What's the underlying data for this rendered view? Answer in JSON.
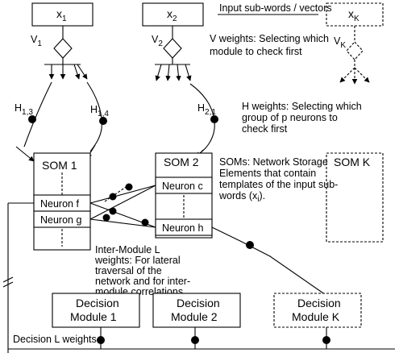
{
  "inputs": {
    "x1": "x",
    "x1_sub": "1",
    "x2": "x",
    "x2_sub": "2",
    "xk": "x",
    "xk_sub": "K",
    "caption": "Input sub-words / vectors"
  },
  "v_gates": {
    "v1": "V",
    "v1_sub": "1",
    "v2": "V",
    "v2_sub": "2",
    "vk": "V",
    "vk_sub": "K",
    "caption_line1": "V weights: Selecting which",
    "caption_line2": "module to check first"
  },
  "h_weights": {
    "h13": "H",
    "h13_sub": "1,3",
    "h14": "H",
    "h14_sub": "1,4",
    "h21": "H",
    "h21_sub": "2,1",
    "caption_line1": "H weights: Selecting which",
    "caption_line2": "group of p neurons to",
    "caption_line3": "check first"
  },
  "soms": {
    "som1": "SOM 1",
    "som2": "SOM 2",
    "somk": "SOM K",
    "neuron_f": "Neuron f",
    "neuron_g": "Neuron g",
    "neuron_c": "Neuron c",
    "neuron_h": "Neuron h",
    "caption_line1": "SOMs: Network Storage",
    "caption_line2": "Elements that contain",
    "caption_line3": "templates of the input sub-",
    "caption_line4": "words (x",
    "caption_line4_sub": "i",
    "caption_line4_end": ")."
  },
  "inter_module": {
    "line1": "Inter-Module L",
    "line2": "weights: For lateral",
    "line3": "traversal of the",
    "line4": "network and for inter-",
    "line5": "module correlations"
  },
  "decision": {
    "dm1_line1": "Decision",
    "dm1_line2": "Module 1",
    "dm2_line1": "Decision",
    "dm2_line2": "Module 2",
    "dmk_line1": "Decision",
    "dmk_line2": "Module K",
    "weights_label": "Decision L weights"
  }
}
